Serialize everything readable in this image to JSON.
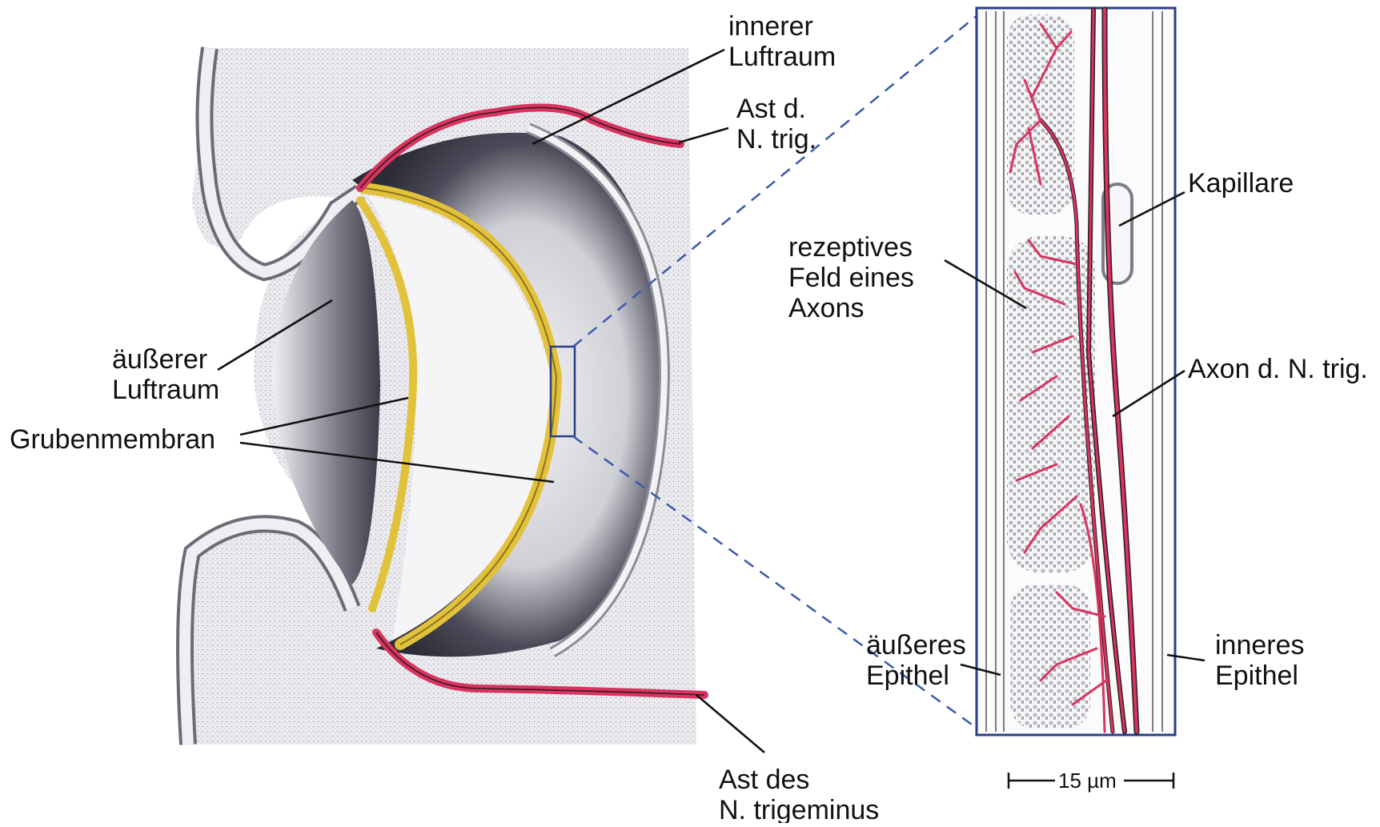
{
  "labels": {
    "innerer_luftraum": [
      "innerer",
      "Luftraum"
    ],
    "ast_d_n_trig": [
      "Ast d.",
      "N. trig."
    ],
    "kapillare": "Kapillare",
    "rezeptives_feld": [
      "rezeptives",
      "Feld eines",
      "Axons"
    ],
    "aeusserer_luftraum": [
      "äußerer",
      "Luftraum"
    ],
    "grubenmembran": "Grubenmembran",
    "axon_n_trig": "Axon d. N. trig.",
    "aeusseres_epithel": [
      "äußeres",
      "Epithel"
    ],
    "inneres_epithel": [
      "inneres",
      "Epithel"
    ],
    "ast_des_n_trigeminus": [
      "Ast des",
      "N. trigeminus"
    ]
  },
  "scale_bar": {
    "label": "15 µm"
  },
  "colors": {
    "membrane_yellow": "#e3c23b",
    "nerve_red": "#d8345f",
    "tissue_dark": "#3a3a48",
    "tissue_light": "#d8d8de",
    "frame_blue": "#2b3f86",
    "dash_blue": "#3b5aa8"
  }
}
